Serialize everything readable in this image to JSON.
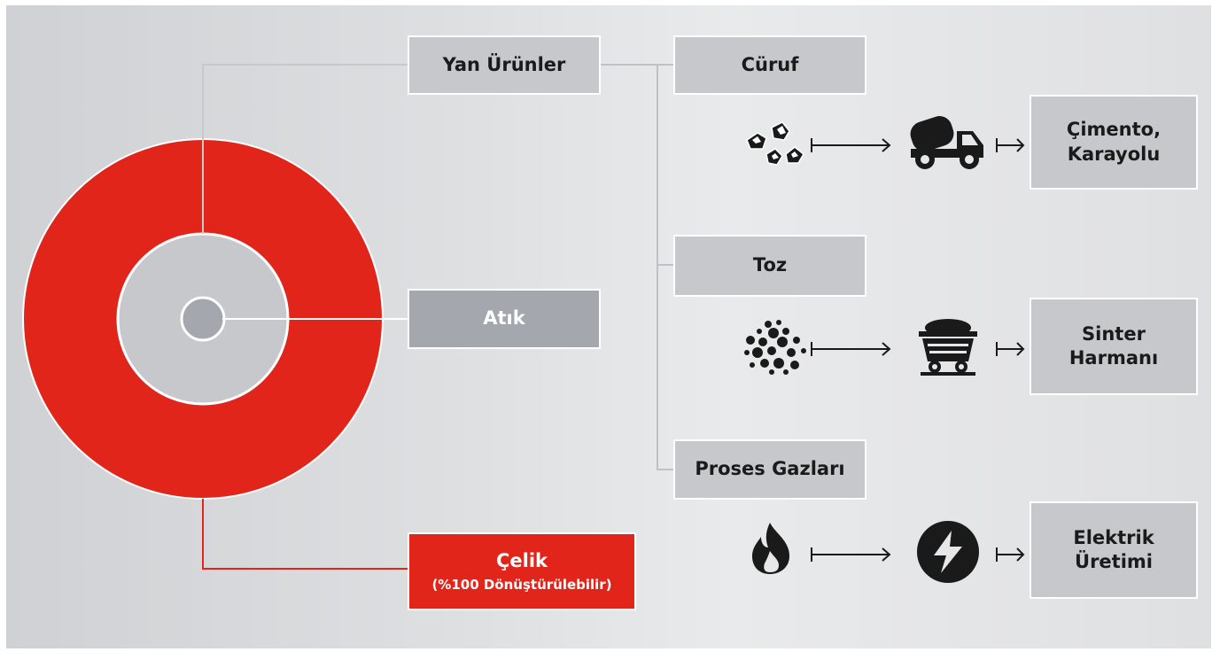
{
  "nodes": {
    "yan_urunler": "Yan Ürünler",
    "atik": "Atık",
    "celik": "Çelik",
    "celik_sub": "(%100 Dönüştürülebilir)",
    "curuf": "Cüruf",
    "toz": "Toz",
    "proses_gazlari": "Proses Gazları",
    "cimento_line1": "Çimento,",
    "cimento_line2": "Karayolu",
    "sinter_line1": "Sinter",
    "sinter_line2": "Harmanı",
    "elektrik_line1": "Elektrik",
    "elektrik_line2": "Üretimi"
  },
  "icons": {
    "slag": "slag-stones-icon",
    "truck": "cement-mixer-truck-icon",
    "dust": "dust-particles-icon",
    "mine_cart": "mine-cart-icon",
    "flame": "flame-icon",
    "lightning": "lightning-icon"
  },
  "colors": {
    "steel_red": "#e2251b",
    "box_grey": "#c6c8cb",
    "waste_grey": "#a4a7ad",
    "line_grey": "#bfc1c4",
    "icon_dark": "#1a1a1a"
  }
}
